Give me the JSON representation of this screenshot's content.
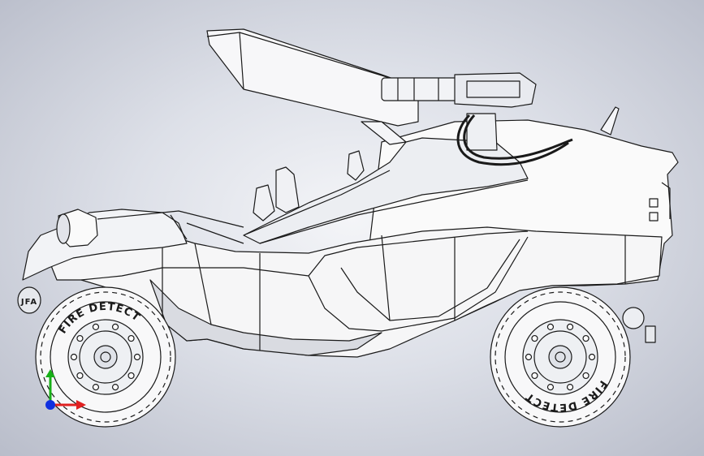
{
  "viewport": {
    "background_center": "#f4f5f8",
    "background_edge": "#b9bdca",
    "line_color": "#1a1a1a",
    "body_fill": "#fafafa",
    "shade_fill": "#d9dbe1"
  },
  "vehicle": {
    "front_tire_text": "FIRE DETECT",
    "rear_tire_text": "FIRE DETECT",
    "front_badge": "JFA"
  },
  "triad": {
    "x_color": "#e02020",
    "y_color": "#18b018",
    "z_color": "#1030e0"
  }
}
